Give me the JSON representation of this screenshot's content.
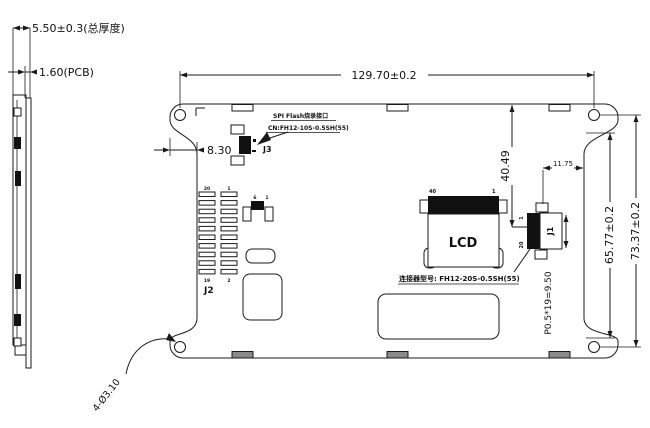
{
  "drawing": {
    "side_view": {
      "total_thickness": "5.50±0.3(总厚度)",
      "pcb_thickness": "1.60(PCB)"
    },
    "dimensions": {
      "board_width": "129.70±0.2",
      "left_inset": "8.30",
      "lcd_offset": "40.49",
      "j1_offset": "11.75",
      "height_inner": "65.77±0.2",
      "height_outer": "73.37±0.2",
      "j1_pitch": "P0.5*19=9.50",
      "hole_note": "4-Ø3.10"
    },
    "components": {
      "j3": {
        "ref": "J3"
      },
      "j2": {
        "ref": "J2",
        "pin_top_left": "20",
        "pin_top_right": "1",
        "pin_bottom_left": "19",
        "pin_bottom_right": "2"
      },
      "sw": {
        "pin_left": "6",
        "pin_right": "1"
      },
      "lcd": {
        "label": "LCD",
        "pin_left": "40",
        "pin_right": "1"
      },
      "j1": {
        "ref": "J1",
        "pin_top": "1",
        "pin_bottom": "20"
      }
    },
    "notes": {
      "j3_line1": "SPI Flash烧录接口",
      "j3_line2": "CN:FH12-10S-0.5SH(55)",
      "j1_connector": "连接器型号: FH12-20S-0.5SH(55)"
    },
    "colors": {
      "line": "#1a1a1a",
      "component_fill": "#111111",
      "pad_gray": "#8a8a8a",
      "background": "#ffffff"
    }
  }
}
